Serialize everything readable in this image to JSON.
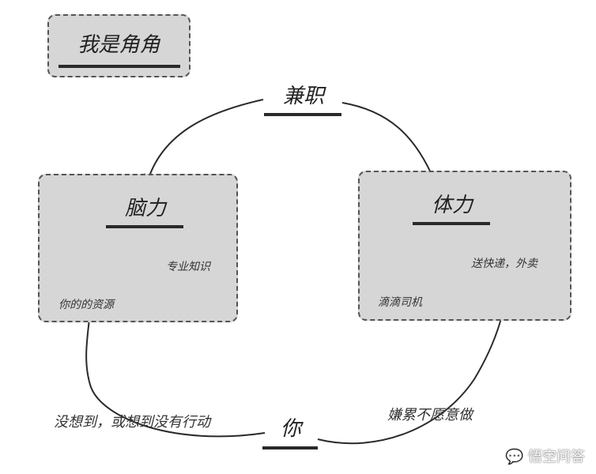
{
  "title": "我是角角",
  "nodes": {
    "top": "兼职",
    "left": "脑力",
    "right": "体力",
    "bottom": "你"
  },
  "left_children": [
    "你的的资源",
    "专业知识"
  ],
  "right_children": [
    "滴滴司机",
    "送快递，外卖"
  ],
  "edge_labels": {
    "bottom_left": "没想到，或想到没有行动",
    "bottom_right": "嫌累不愿意做"
  },
  "watermark": "悟空问答",
  "colors": {
    "box_fill": "#d6d6d6",
    "box_border": "#555555",
    "line": "#2a2a2a"
  },
  "icons": {
    "collapse": "minus-circle-icon",
    "arrow": "arrowhead-icon",
    "watermark": "speech-bubble-icon"
  }
}
